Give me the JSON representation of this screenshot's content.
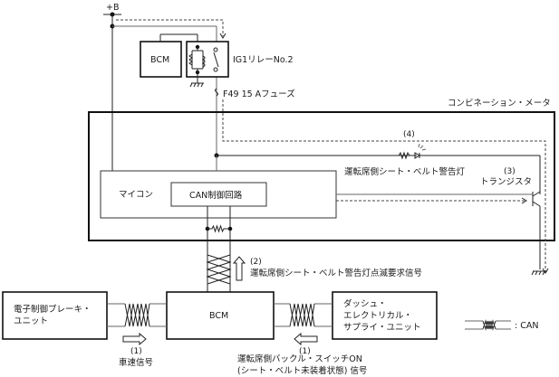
{
  "diagram": {
    "supply_label": "+B",
    "bcm_top_label": "BCM",
    "relay_label": "IG1リレーNo.2",
    "fuse_label": "F49 15 Aフューズ",
    "meter_label": "コンビネーション・メータ",
    "lamp_step": "(4)",
    "lamp_label": "運転席側シート・ベルト警告灯",
    "transistor_step": "(3)",
    "transistor_label": "トランジスタ",
    "micom_label": "マイコン",
    "can_circuit_label": "CAN制御回路",
    "request_step": "(2)",
    "request_label": "運転席側シート・ベルト警告灯点滅要求信号",
    "brake_unit_line1": "電子制御ブレーキ・",
    "brake_unit_line2": "ユニット",
    "bcm_bottom_label": "BCM",
    "dash_unit_line1": "ダッシュ・",
    "dash_unit_line2": "エレクトリカル・",
    "dash_unit_line3": "サプライ・ユニット",
    "speed_step": "(1)",
    "speed_label": "車速信号",
    "buckle_step": "(1)",
    "buckle_label_line1": "運転席側バックル・スイッチON",
    "buckle_label_line2": "(シート・ベルト未装着状態) 信号",
    "legend_label": ": CAN"
  }
}
